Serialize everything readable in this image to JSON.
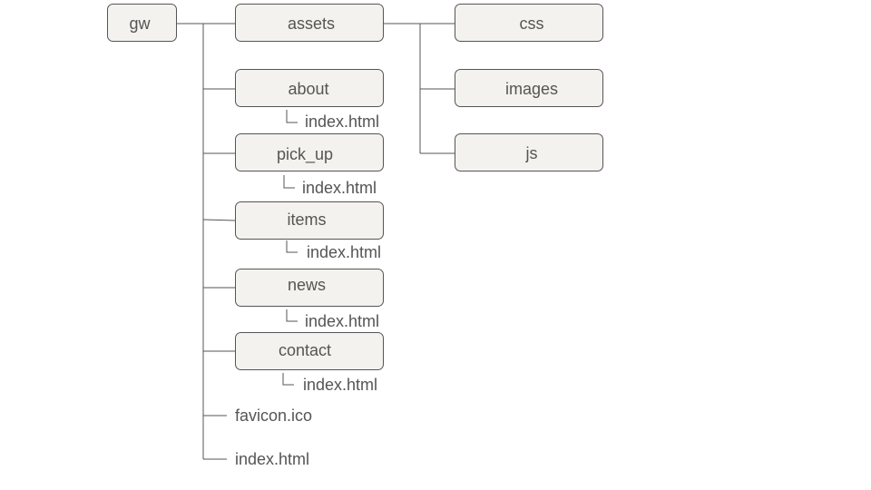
{
  "tree": {
    "root": "gw",
    "assets": "assets",
    "css": "css",
    "images": "images",
    "js": "js",
    "about": "about",
    "about_file": "index.html",
    "pick_up": "pick_up",
    "pick_up_file": "index.html",
    "items": "items",
    "items_file": "index.html",
    "news": "news",
    "news_file": "index.html",
    "contact": "contact",
    "contact_file": "index.html",
    "favicon": "favicon.ico",
    "root_index": "index.html"
  },
  "colors": {
    "node_fill": "#f3f2ee",
    "stroke": "#555555",
    "text": "#555555"
  }
}
